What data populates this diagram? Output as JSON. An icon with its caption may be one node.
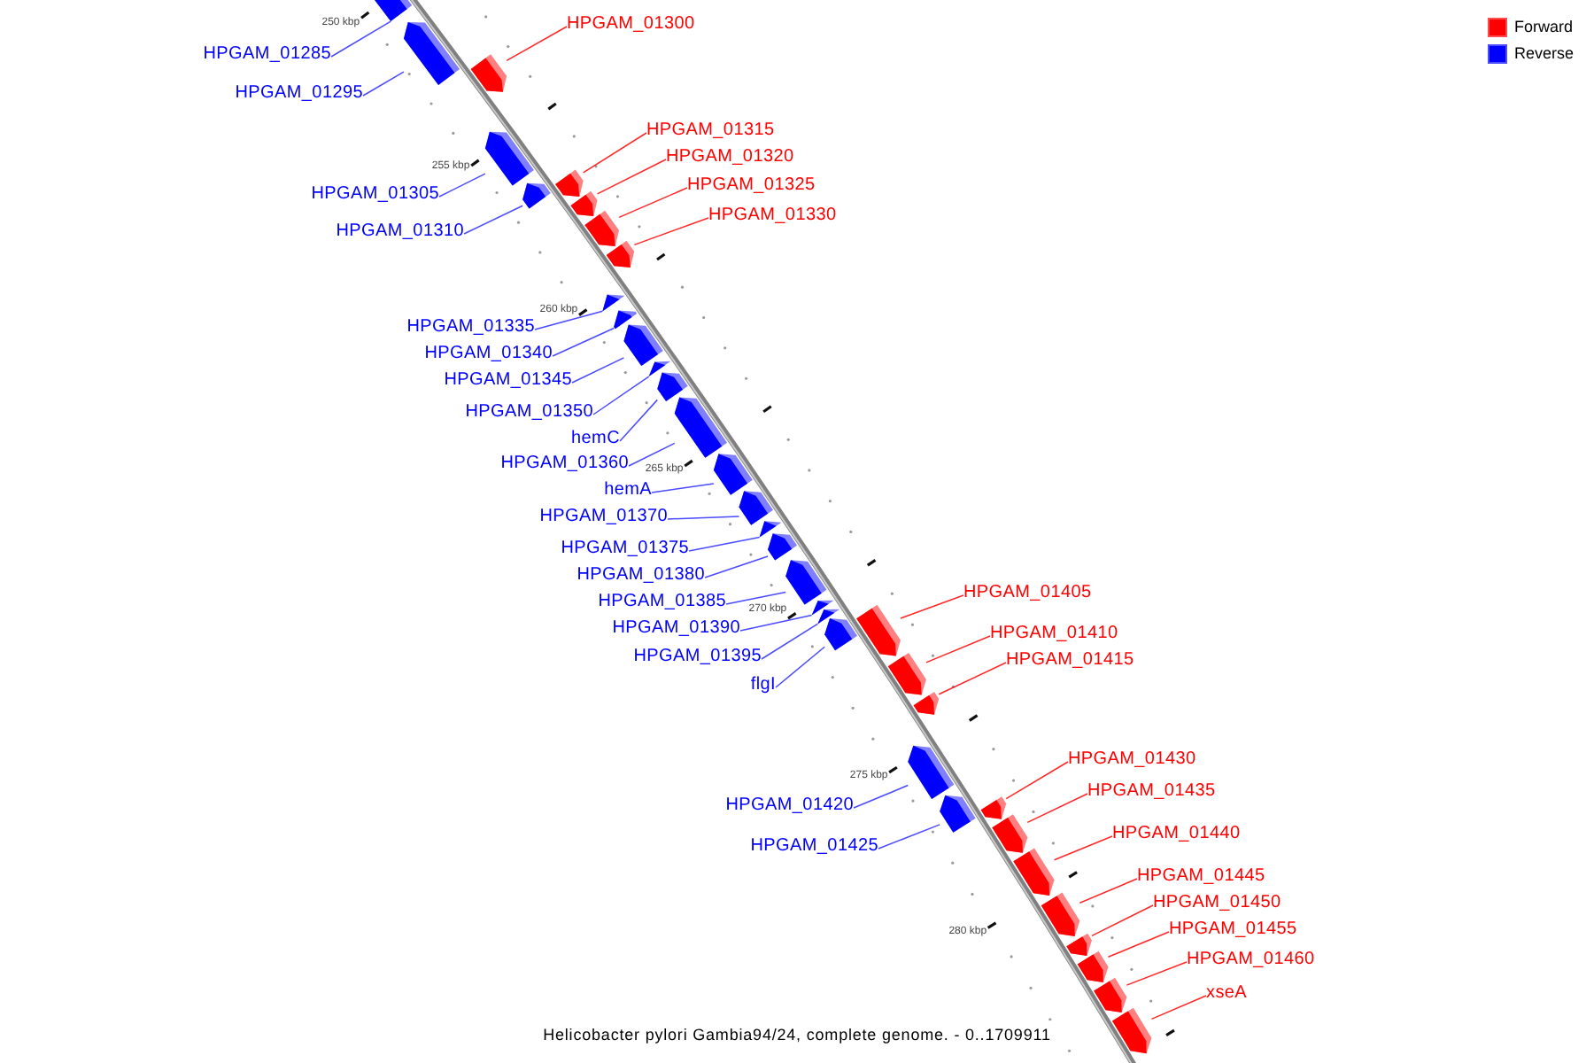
{
  "diagram": {
    "caption": "Helicobacter pylori Gambia94/24, complete genome. - 0..1709911",
    "nodes": [
      {
        "text": [
          "HPGAM_01285"
        ]
      },
      {
        "text": [],
        "shape": "pentagon"
      },
      {
        "text": [
          "HPGAM_01295"
        ]
      },
      {
        "text": [],
        "shape": "pentagon"
      },
      {
        "text": [
          "HPGAM_01300"
        ]
      },
      {
        "text": [],
        "shape": "pentagon"
      },
      {
        "text": [
          "HPGAM_01305"
        ]
      },
      {
        "text": [],
        "shape": "pentagon"
      },
      {
        "text": [
          "HPGAM_01310"
        ]
      },
      {
        "text": [],
        "shape": "pentagon"
      },
      {
        "text": [
          "HPGAM_01315"
        ]
      },
      {
        "text": [],
        "shape": "pentagon"
      },
      {
        "text": [
          "HPGAM_01320"
        ]
      },
      {
        "text": [],
        "shape": "pentagon"
      },
      {
        "text": [
          "HPGAM_01325"
        ]
      },
      {
        "text": [],
        "shape": "pentagon"
      },
      {
        "text": [
          "HPGAM_01330"
        ]
      },
      {
        "text": [],
        "shape": "pentagon"
      },
      {
        "text": [
          "HPGAM_01335"
        ]
      },
      {
        "text": [],
        "shape": "pentagon"
      },
      {
        "text": [
          "HPGAM_01340"
        ]
      },
      {
        "text": [],
        "shape": "pentagon"
      },
      {
        "text": [
          "HPGAM_01345"
        ]
      },
      {
        "text": [],
        "shape": "pentagon"
      },
      {
        "text": [
          "HPGAM_01350"
        ]
      },
      {
        "text": [],
        "shape": "pentagon"
      },
      {
        "text": [
          "hemC"
        ]
      },
      {
        "text": [],
        "shape": "pentagon"
      },
      {
        "text": [
          "HPGAM_01360"
        ]
      },
      {
        "text": [],
        "shape": "pentagon"
      },
      {
        "text": [
          "hemA"
        ]
      },
      {
        "text": [],
        "shape": "pentagon"
      },
      {
        "text": [
          "HPGAM_01370"
        ]
      },
      {
        "text": [],
        "shape": "pentagon"
      },
      {
        "text": [
          "HPGAM_01375"
        ]
      },
      {
        "text": [],
        "shape": "pentagon"
      },
      {
        "text": [
          "HPGAM_01380"
        ]
      },
      {
        "text": [],
        "shape": "pentagon"
      },
      {
        "text": [
          "HPGAM_01385"
        ]
      },
      {
        "text": [],
        "shape": "pentagon"
      },
      {
        "text": [
          "HPGAM_01390"
        ]
      },
      {
        "text": [],
        "shape": "pentagon"
      },
      {
        "text": [
          "HPGAM_01395"
        ]
      },
      {
        "text": [],
        "shape": "pentagon"
      },
      {
        "text": [
          "flgI"
        ]
      },
      {
        "text": [],
        "shape": "pentagon"
      },
      {
        "text": [
          "HPGAM_01405"
        ]
      },
      {
        "text": [],
        "shape": "pentagon"
      },
      {
        "text": [
          "HPGAM_01410"
        ]
      },
      {
        "text": [],
        "shape": "pentagon"
      },
      {
        "text": [
          "HPGAM_01415"
        ]
      },
      {
        "text": [],
        "shape": "pentagon"
      },
      {
        "text": [
          "HPGAM_01420"
        ]
      },
      {
        "text": [],
        "shape": "pentagon"
      },
      {
        "text": [
          "HPGAM_01425"
        ]
      },
      {
        "text": [],
        "shape": "pentagon"
      },
      {
        "text": [
          "HPGAM_01430"
        ]
      },
      {
        "text": [],
        "shape": "pentagon"
      },
      {
        "text": [
          "HPGAM_01435"
        ]
      },
      {
        "text": [],
        "shape": "pentagon"
      },
      {
        "text": [
          "HPGAM_01440"
        ]
      },
      {
        "text": [],
        "shape": "pentagon"
      },
      {
        "text": [
          "HPGAM_01445"
        ]
      },
      {
        "text": [],
        "shape": "pentagon"
      },
      {
        "text": [
          "HPGAM_01450"
        ]
      },
      {
        "text": [],
        "shape": "pentagon"
      },
      {
        "text": [
          "HPGAM_01455"
        ]
      },
      {
        "text": [],
        "shape": "pentagon"
      },
      {
        "text": [
          "HPGAM_01460"
        ]
      },
      {
        "text": [],
        "shape": "pentagon"
      },
      {
        "text": [
          "xseA"
        ]
      },
      {
        "text": [],
        "shape": "pentagon"
      }
    ],
    "edges": [
      {
        "from": 0,
        "to": 1,
        "arrow": "none"
      },
      {
        "from": 2,
        "to": 3,
        "arrow": "none"
      },
      {
        "from": 4,
        "to": 5,
        "arrow": "none",
        "color": "#ff0000"
      },
      {
        "from": 6,
        "to": 7,
        "arrow": "none"
      },
      {
        "from": 8,
        "to": 9,
        "arrow": "none"
      },
      {
        "from": 10,
        "to": 11,
        "arrow": "none",
        "color": "#ff0000"
      },
      {
        "from": 12,
        "to": 13,
        "arrow": "none",
        "color": "#ff0000"
      },
      {
        "from": 14,
        "to": 15,
        "arrow": "none",
        "color": "#ff0000"
      },
      {
        "from": 16,
        "to": 17,
        "arrow": "none",
        "color": "#ff0000"
      },
      {
        "from": 18,
        "to": 19,
        "arrow": "none"
      },
      {
        "from": 20,
        "to": 21,
        "arrow": "none"
      },
      {
        "from": 22,
        "to": 23,
        "arrow": "none"
      },
      {
        "from": 24,
        "to": 25,
        "arrow": "none"
      },
      {
        "from": 26,
        "to": 27,
        "arrow": "none"
      },
      {
        "from": 28,
        "to": 29,
        "arrow": "none"
      },
      {
        "from": 30,
        "to": 31,
        "arrow": "none"
      },
      {
        "from": 32,
        "to": 33,
        "arrow": "none"
      },
      {
        "from": 34,
        "to": 35,
        "arrow": "none"
      },
      {
        "from": 36,
        "to": 37,
        "arrow": "none"
      },
      {
        "from": 38,
        "to": 39,
        "arrow": "none"
      },
      {
        "from": 40,
        "to": 41,
        "arrow": "none"
      },
      {
        "from": 42,
        "to": 43,
        "arrow": "none"
      },
      {
        "from": 44,
        "to": 45,
        "arrow": "none"
      },
      {
        "from": 46,
        "to": 47,
        "arrow": "none",
        "color": "#ff0000"
      },
      {
        "from": 48,
        "to": 49,
        "arrow": "none",
        "color": "#ff0000"
      },
      {
        "from": 50,
        "to": 51,
        "arrow": "none",
        "color": "#ff0000"
      },
      {
        "from": 52,
        "to": 53,
        "arrow": "none"
      },
      {
        "from": 54,
        "to": 55,
        "arrow": "none"
      },
      {
        "from": 56,
        "to": 57,
        "arrow": "none",
        "color": "#ff0000"
      },
      {
        "from": 58,
        "to": 59,
        "arrow": "none",
        "color": "#ff0000"
      },
      {
        "from": 60,
        "to": 61,
        "arrow": "none",
        "color": "#ff0000"
      },
      {
        "from": 62,
        "to": 63,
        "arrow": "none",
        "color": "#ff0000"
      },
      {
        "from": 64,
        "to": 65,
        "arrow": "none",
        "color": "#ff0000"
      },
      {
        "from": 66,
        "to": 67,
        "arrow": "none",
        "color": "#ff0000"
      },
      {
        "from": 68,
        "to": 69,
        "arrow": "none",
        "color": "#ff0000"
      },
      {
        "from": 70,
        "to": 71,
        "arrow": "none",
        "color": "#ff0000"
      }
    ],
    "labels": [
      "250 kbp",
      "255 kbp",
      "260 kbp",
      "265 kbp",
      "270 kbp",
      "275 kbp",
      "280 kbp"
    ],
    "legend": [
      {
        "text": "Forward",
        "color": "#ff0000"
      },
      {
        "text": "Reverse",
        "color": "#0000ff"
      }
    ]
  }
}
